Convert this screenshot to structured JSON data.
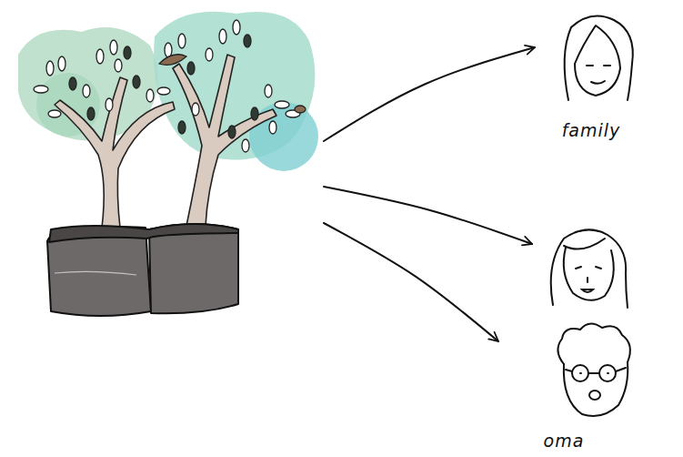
{
  "diagram": {
    "nodes": [
      {
        "text": []
      },
      {
        "text": [
          "family"
        ]
      },
      {
        "text": []
      },
      {
        "text": [
          "oma"
        ]
      }
    ],
    "edges": [
      {
        "from": 0,
        "to": 1,
        "arrow": "to"
      },
      {
        "from": 0,
        "to": 2,
        "arrow": "to"
      },
      {
        "from": 0,
        "to": 3,
        "arrow": "to"
      }
    ]
  }
}
